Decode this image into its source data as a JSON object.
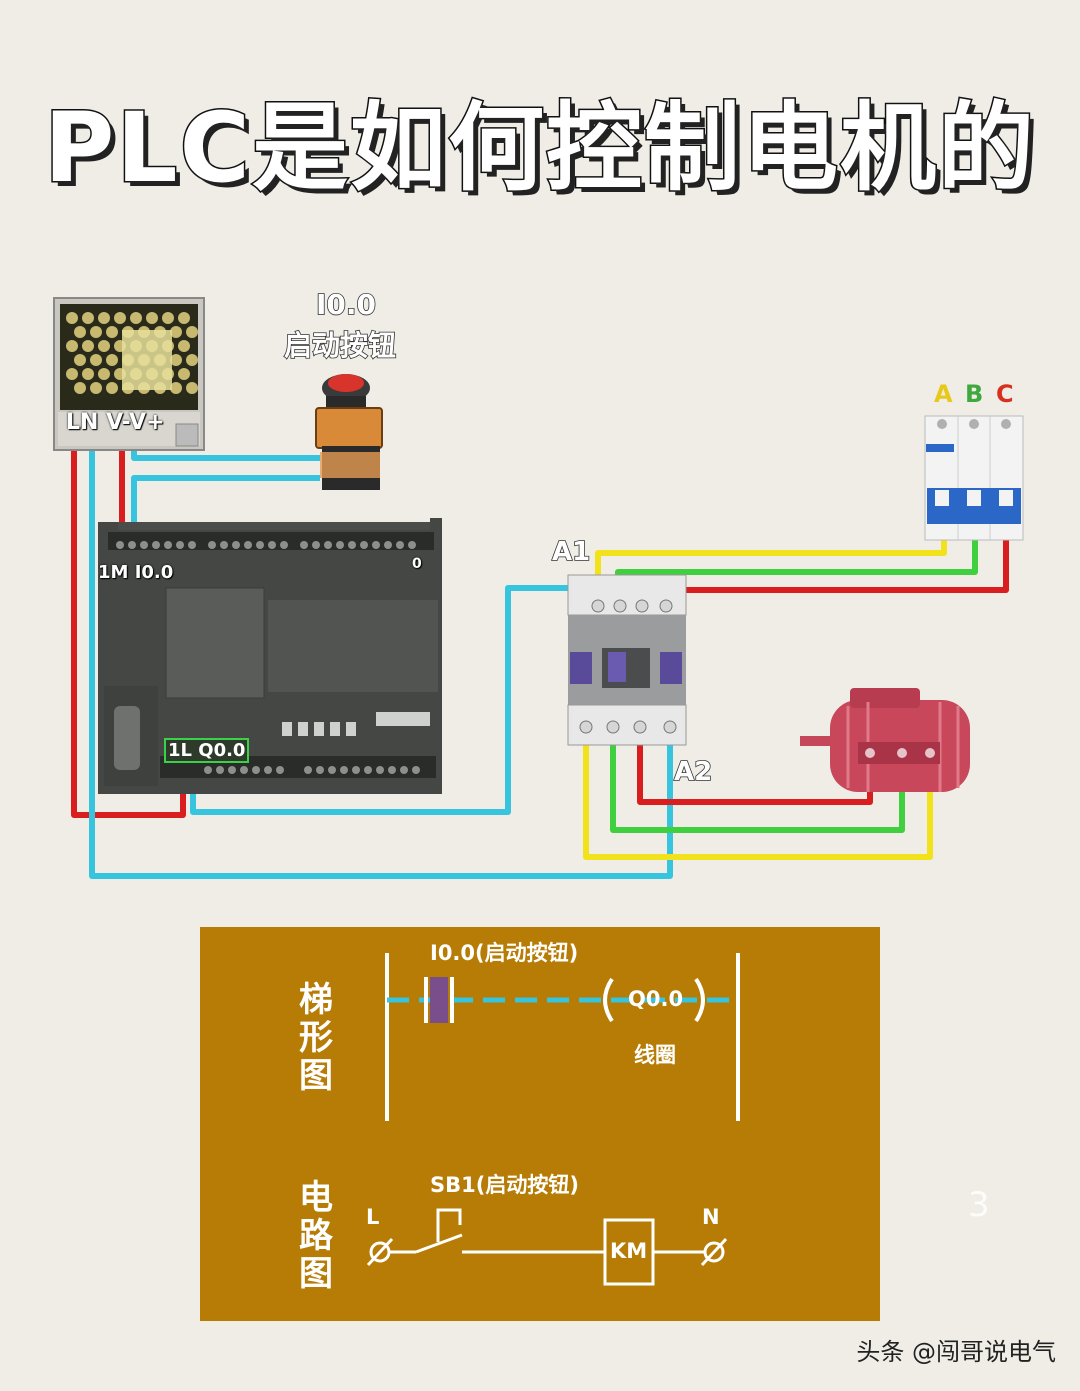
{
  "title": "PLC是如何控制电机的",
  "power_supply": {
    "terminals": "LN V-V+"
  },
  "start_button": {
    "address": "I0.0",
    "name": "启动按钮"
  },
  "plc": {
    "input_label": "1M I0.0",
    "output_label": "1L Q0.0",
    "small_zero": "0"
  },
  "contactor": {
    "a1": "A1",
    "a2": "A2"
  },
  "breaker": {
    "phases": [
      "A",
      "B",
      "C"
    ]
  },
  "colors": {
    "red": "#d81e1e",
    "cyan": "#36c4de",
    "yellow": "#f1e21b",
    "green": "#3fcf3f",
    "panel": "#b77c06"
  },
  "ladder": {
    "section_label": "梯形图",
    "contact_label": "I0.0(启动按钮)",
    "coil_label": "Q0.0",
    "coil_caption": "线圈"
  },
  "circuit": {
    "section_label": "电路图",
    "switch_label": "SB1(启动按钮)",
    "left": "L",
    "right": "N",
    "coil": "KM"
  },
  "page_number": "3",
  "footer": "头条 @闯哥说电气"
}
